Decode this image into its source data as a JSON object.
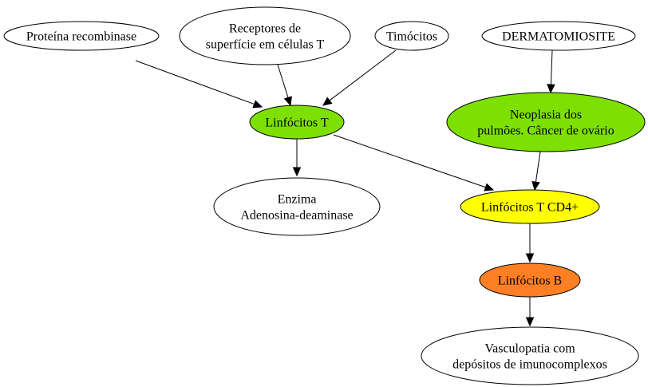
{
  "nodes": {
    "proteina": {
      "lines": [
        "Proteína recombinase"
      ],
      "fill": "#ffffff"
    },
    "receptores": {
      "lines": [
        "Receptores de",
        "superfície em células T"
      ],
      "fill": "#ffffff"
    },
    "timocitos": {
      "lines": [
        "Timócitos"
      ],
      "fill": "#ffffff"
    },
    "dermatomiosite": {
      "lines": [
        "DERMATOMIOSITE"
      ],
      "fill": "#ffffff"
    },
    "linfocitos_t": {
      "lines": [
        "Linfócitos T"
      ],
      "fill": "#7ee000"
    },
    "neoplasia": {
      "lines": [
        "Neoplasia dos",
        "pulmões. Câncer de ovário"
      ],
      "fill": "#7ee000"
    },
    "enzima": {
      "lines": [
        "Enzima",
        "Adenosina-deaminase"
      ],
      "fill": "#ffffff"
    },
    "linfocitos_cd4": {
      "lines": [
        "Linfócitos T CD4+"
      ],
      "fill": "#ffff00"
    },
    "linfocitos_b": {
      "lines": [
        "Linfócitos B"
      ],
      "fill": "#ff7f24"
    },
    "vasculopatia": {
      "lines": [
        "Vasculopatia com",
        "depósitos de imunocomplexos"
      ],
      "fill": "#ffffff"
    }
  },
  "edges": [
    {
      "from": "proteina",
      "to": "linfocitos_t"
    },
    {
      "from": "receptores",
      "to": "linfocitos_t"
    },
    {
      "from": "timocitos",
      "to": "linfocitos_t"
    },
    {
      "from": "dermatomiosite",
      "to": "neoplasia"
    },
    {
      "from": "linfocitos_t",
      "to": "enzima"
    },
    {
      "from": "linfocitos_t",
      "to": "linfocitos_cd4"
    },
    {
      "from": "neoplasia",
      "to": "linfocitos_cd4"
    },
    {
      "from": "linfocitos_cd4",
      "to": "linfocitos_b"
    },
    {
      "from": "linfocitos_b",
      "to": "vasculopatia"
    }
  ]
}
